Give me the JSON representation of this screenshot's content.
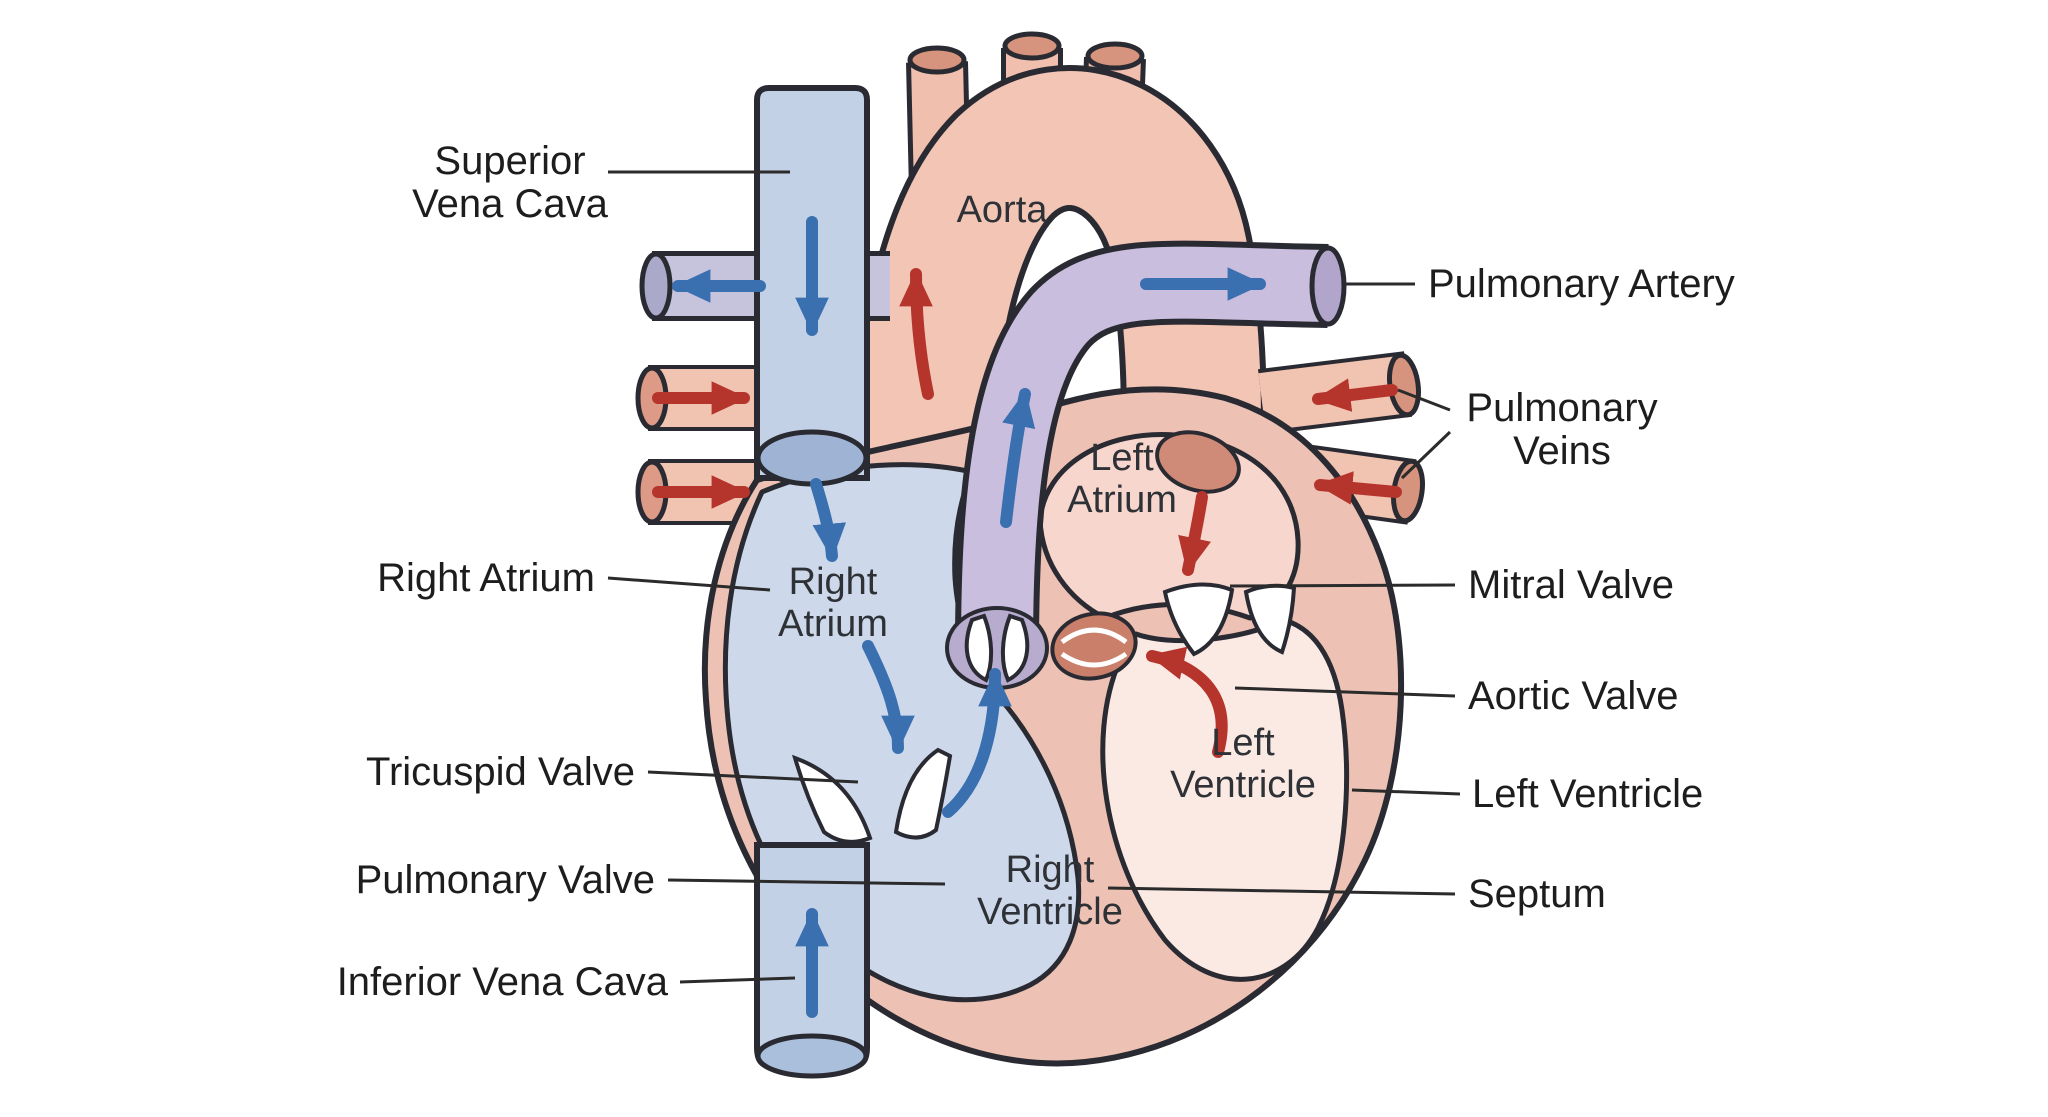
{
  "labels": {
    "superior_vena_cava_1": "Superior",
    "superior_vena_cava_2": "Vena Cava",
    "right_atrium": "Right Atrium",
    "tricuspid_valve": "Tricuspid Valve",
    "pulmonary_valve": "Pulmonary Valve",
    "inferior_vena_cava": "Inferior Vena Cava",
    "pulmonary_artery": "Pulmonary Artery",
    "pulmonary_veins_1": "Pulmonary",
    "pulmonary_veins_2": "Veins",
    "mitral_valve": "Mitral Valve",
    "aortic_valve": "Aortic Valve",
    "left_ventricle": "Left Ventricle",
    "septum": "Septum",
    "aorta": "Aorta",
    "left_atrium_1": "Left",
    "left_atrium_2": "Atrium",
    "right_atrium_1": "Right",
    "right_atrium_2": "Atrium",
    "left_ventricle_1": "Left",
    "left_ventricle_2": "Ventricle",
    "right_ventricle_1": "Right",
    "right_ventricle_2": "Ventricle"
  },
  "colors": {
    "background": "#ffffff",
    "heart_wall": "#edc2b5",
    "right_chambers": "#cdd9eb",
    "left_atrium_chamber": "#f7d6cd",
    "left_ventricle_chamber": "#fbe9e4",
    "aorta": "#f2c5b5",
    "pulmonary_artery": "#c9bedd",
    "vena_cava": "#c3d1e7",
    "pulmonary_vein": "#f1c3b1",
    "valve_white": "#ffffff",
    "deoxygenated_arrow": "#3a6fb0",
    "oxygenated_arrow": "#b5352c",
    "outline": "#2a2a32",
    "label_text": "#1d1d1d",
    "leader_line": "#2b2b2b"
  }
}
